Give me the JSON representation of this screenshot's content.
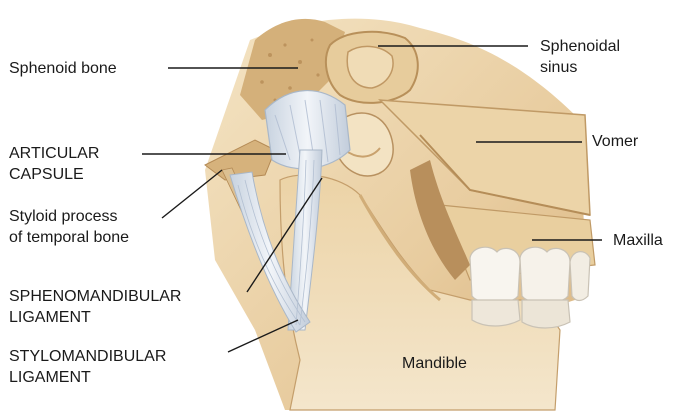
{
  "labels": {
    "sphenoid_bone": "Sphenoid bone",
    "sphenoidal_sinus": [
      "Sphenoidal",
      "sinus"
    ],
    "articular_capsule": [
      "ARTICULAR",
      "CAPSULE"
    ],
    "vomer": "Vomer",
    "styloid_process": [
      "Styloid process",
      "of temporal bone"
    ],
    "maxilla": "Maxilla",
    "sphenomandibular_ligament": [
      "SPHENOMANDIBULAR",
      "LIGAMENT"
    ],
    "stylomandibular_ligament": [
      "STYLOMANDIBULAR",
      "LIGAMENT"
    ],
    "mandible": "Mandible"
  },
  "colors": {
    "bone_light": "#f1ddb8",
    "bone_mid": "#e6c796",
    "bone_dark": "#c9a06a",
    "bone_shadow": "#a8804e",
    "cut_surface": "#d9b77c",
    "ligament": "#e4ebf3",
    "ligament_shade": "#b7c3d2",
    "tooth": "#f7f4ee",
    "leader": "#1a1a1a"
  }
}
